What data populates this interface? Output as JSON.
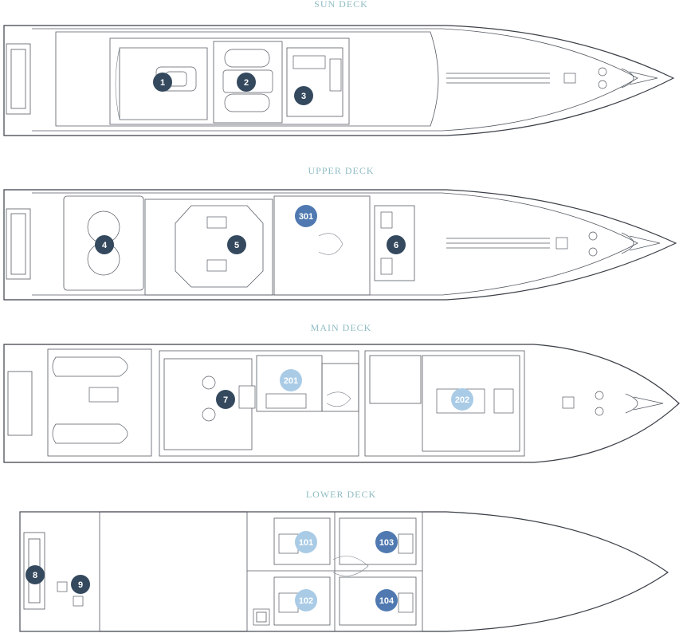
{
  "colors": {
    "title": "#8fbcc3",
    "dark_marker": "#34495e",
    "mid_marker": "#4f79b0",
    "light_marker": "#a9cbe6",
    "outline": "#3a3f47"
  },
  "decks": [
    {
      "id": "sun",
      "title": "SUN DECK",
      "markers": [
        {
          "label": "1",
          "style": "dark"
        },
        {
          "label": "2",
          "style": "dark"
        },
        {
          "label": "3",
          "style": "dark"
        }
      ]
    },
    {
      "id": "upper",
      "title": "UPPER DECK",
      "markers": [
        {
          "label": "301",
          "style": "mid"
        },
        {
          "label": "4",
          "style": "dark"
        },
        {
          "label": "5",
          "style": "dark"
        },
        {
          "label": "6",
          "style": "dark"
        }
      ]
    },
    {
      "id": "main",
      "title": "MAIN DECK",
      "markers": [
        {
          "label": "201",
          "style": "light"
        },
        {
          "label": "7",
          "style": "dark"
        },
        {
          "label": "202",
          "style": "light"
        }
      ]
    },
    {
      "id": "lower",
      "title": "LOWER DECK",
      "markers": [
        {
          "label": "101",
          "style": "light"
        },
        {
          "label": "103",
          "style": "mid"
        },
        {
          "label": "8",
          "style": "dark"
        },
        {
          "label": "9",
          "style": "dark"
        },
        {
          "label": "102",
          "style": "light"
        },
        {
          "label": "104",
          "style": "mid"
        }
      ]
    }
  ]
}
